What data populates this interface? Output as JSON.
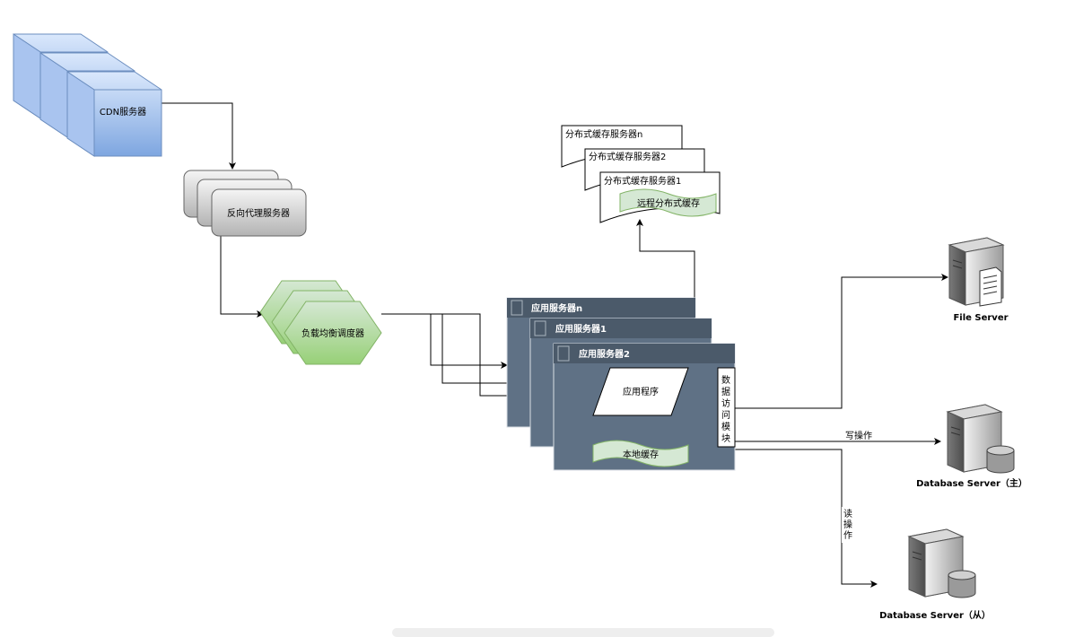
{
  "nodes": {
    "cdn": {
      "label": "CDN服务器"
    },
    "proxy": {
      "label": "反向代理服务器"
    },
    "lb": {
      "label": "负载均衡调度器"
    },
    "cache_servers": [
      "分布式缓存服务器n",
      "分布式缓存服务器2",
      "分布式缓存服务器1"
    ],
    "remote_cache": {
      "label": "远程分布式缓存"
    },
    "app_servers": [
      "应用服务器n",
      "应用服务器1",
      "应用服务器2"
    ],
    "app_program": {
      "label": "应用程序"
    },
    "local_cache": {
      "label": "本地缓存"
    },
    "data_access": {
      "label": "数据访问模块",
      "chars": [
        "数",
        "据",
        "访",
        "问",
        "模",
        "块"
      ]
    },
    "file_server": {
      "label": "File Server"
    },
    "db_master": {
      "label": "Database Server（主）"
    },
    "db_slave": {
      "label": "Database Server（从）"
    }
  },
  "edges": {
    "write": {
      "label": "写操作"
    },
    "read": {
      "label": "读操作",
      "chars": [
        "读",
        "操",
        "作"
      ]
    }
  },
  "colors": {
    "cdn_fill": "#c1d4f5",
    "cdn_side": "#9bb7ea",
    "cdn_stroke": "#6c8ebf",
    "proxy_fill": "#e6e6e6",
    "proxy_stroke": "#666666",
    "green_fill": "#a8d58f",
    "green_stroke": "#82b366",
    "tape_fill": "#d5e8d4",
    "app_fill": "#5f7185",
    "app_header": "#4b5a6a",
    "app_stroke": "#d9dee4"
  }
}
